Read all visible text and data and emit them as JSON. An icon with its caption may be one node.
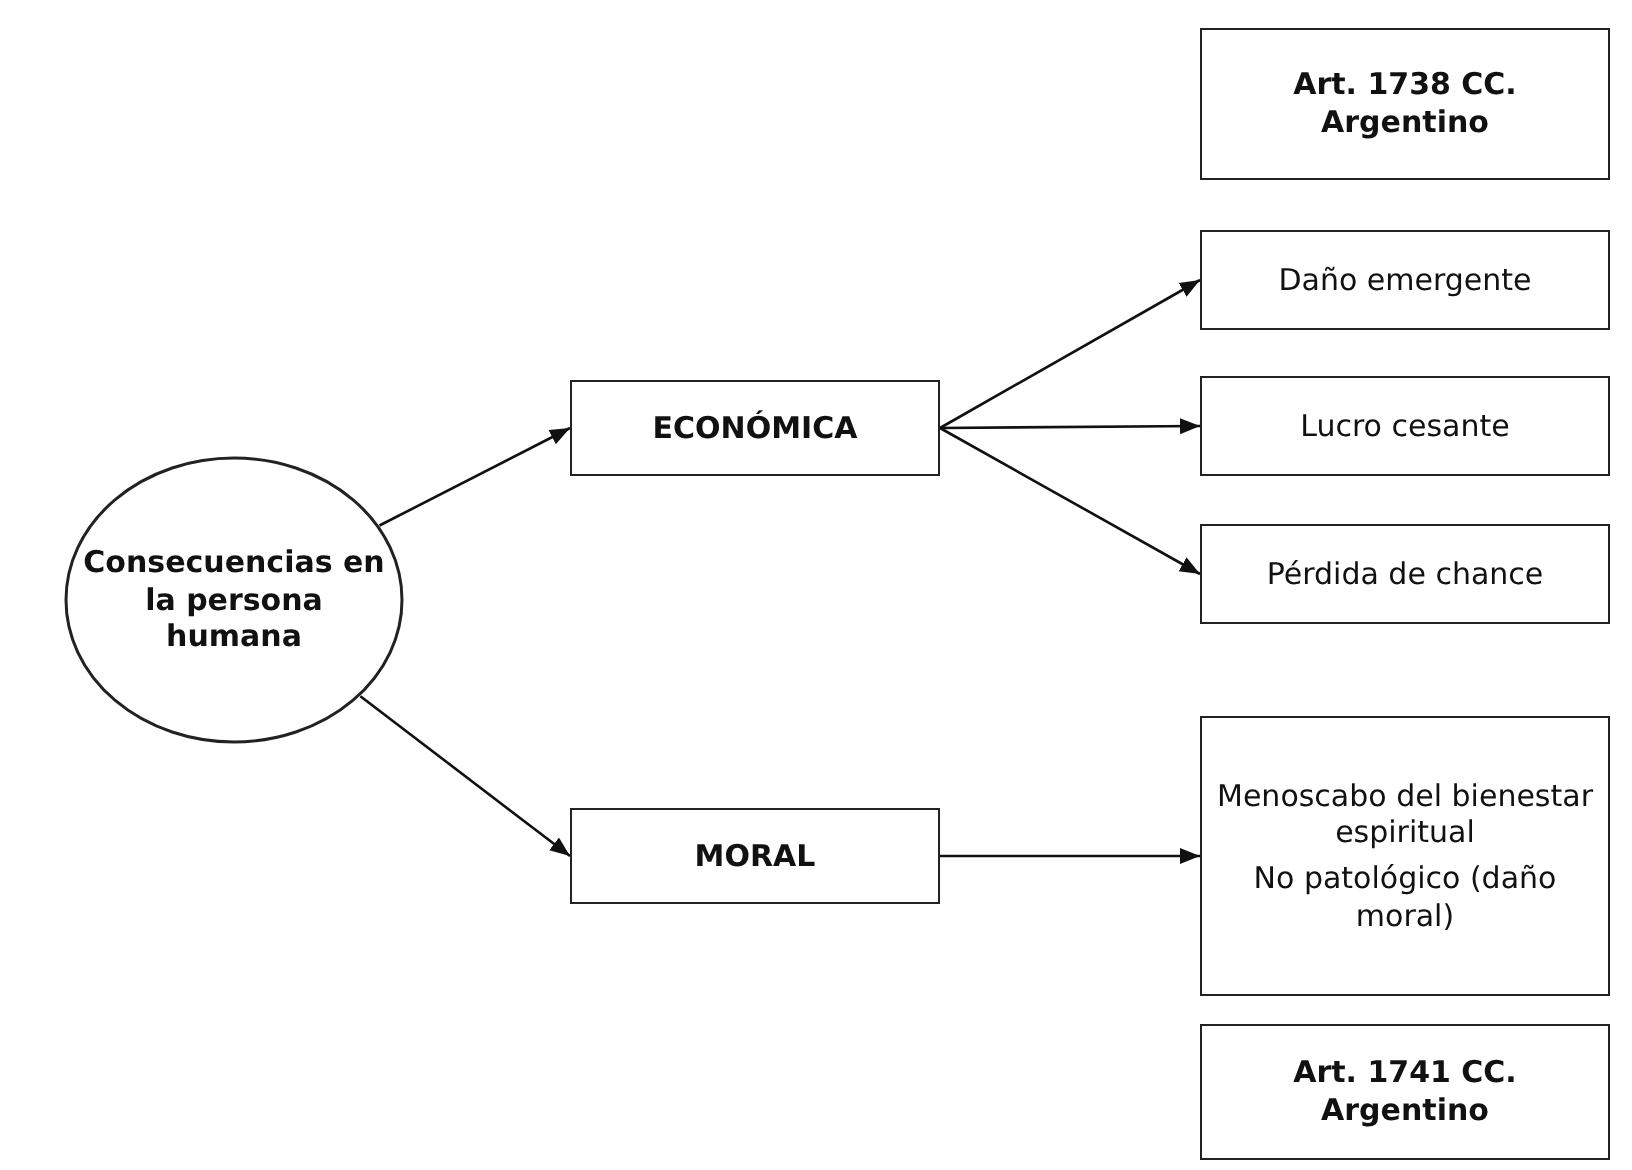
{
  "diagram": {
    "nodes": [
      {
        "text": [
          "Consecuencias en la persona humana"
        ]
      },
      {
        "text": [
          "ECONÓMICA"
        ]
      },
      {
        "text": [
          "MORAL"
        ]
      },
      {
        "text": [
          "Art. 1738 CC. Argentino"
        ]
      },
      {
        "text": [
          "Daño emergente"
        ]
      },
      {
        "text": [
          "Lucro cesante"
        ]
      },
      {
        "text": [
          "Pérdida de chance"
        ]
      },
      {
        "text": [
          "Menoscabo del bienestar espiritual",
          "No patológico (daño moral)"
        ]
      },
      {
        "text": [
          "Art. 1741 CC. Argentino"
        ]
      }
    ],
    "edges": [
      {
        "from": 0,
        "to": 1,
        "arrow": "to"
      },
      {
        "from": 0,
        "to": 2,
        "arrow": "to"
      },
      {
        "from": 1,
        "to": 4,
        "arrow": "to"
      },
      {
        "from": 1,
        "to": 5,
        "arrow": "to"
      },
      {
        "from": 1,
        "to": 6,
        "arrow": "to"
      },
      {
        "from": 2,
        "to": 7,
        "arrow": "to"
      }
    ]
  }
}
